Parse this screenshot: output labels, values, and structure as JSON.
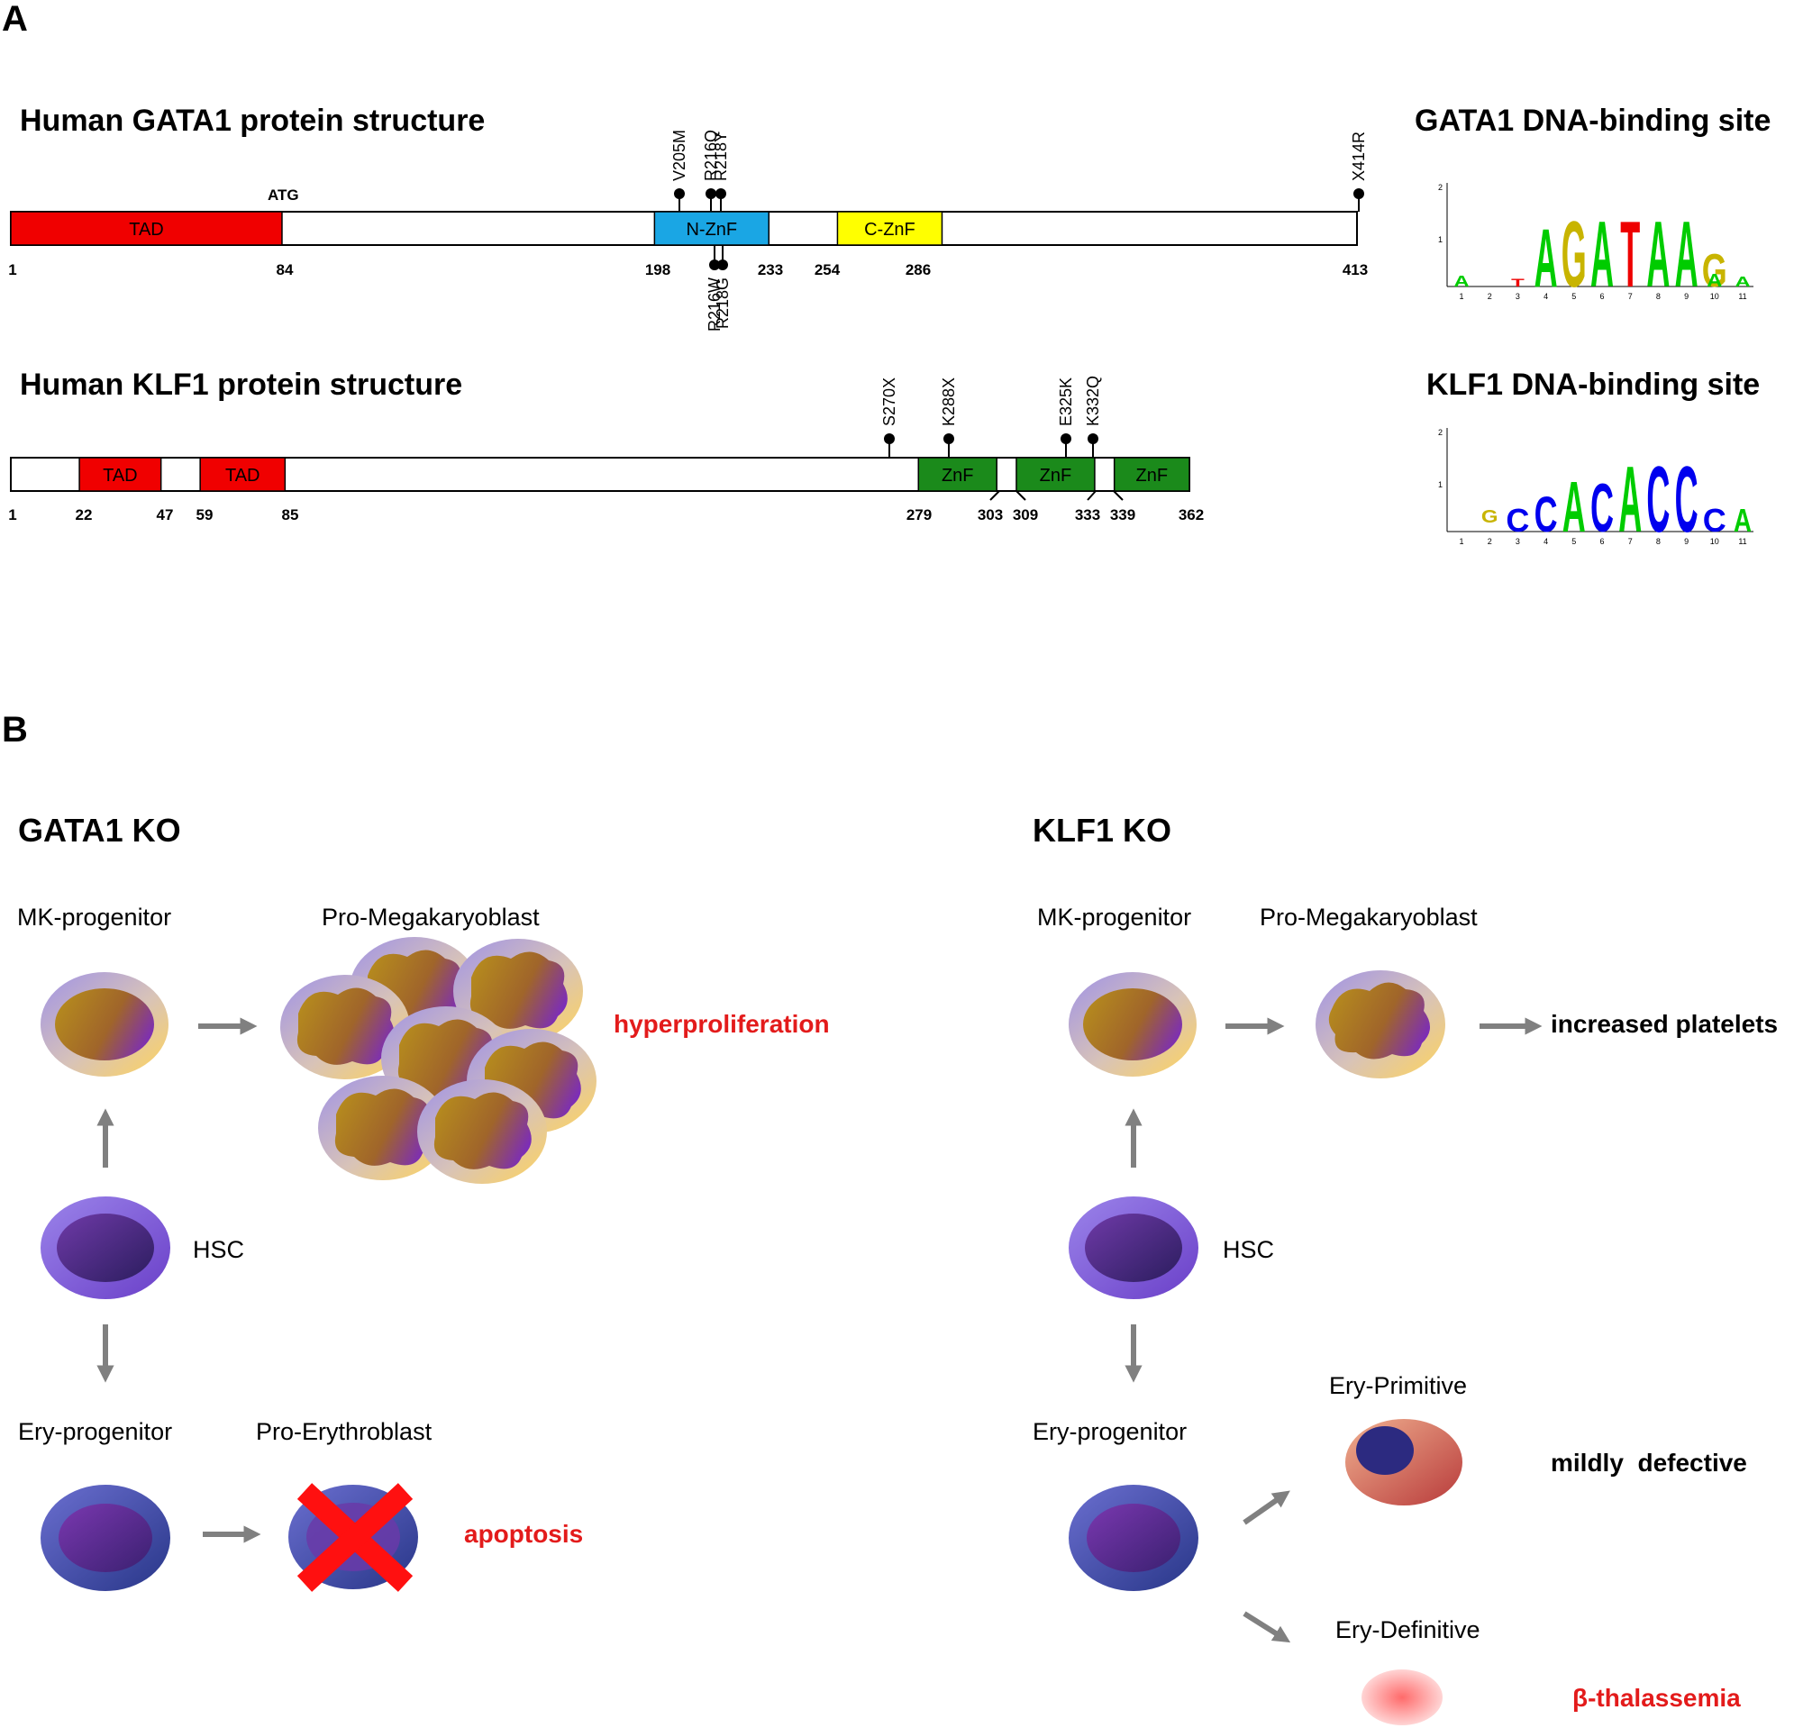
{
  "panels": {
    "a": "A",
    "b": "B"
  },
  "gata1": {
    "title": "Human GATA1 protein structure",
    "atg": "ATG",
    "domains": [
      {
        "label": "TAD",
        "start": 1,
        "end": 84,
        "color": "#f00000"
      },
      {
        "label": "N-ZnF",
        "start": 198,
        "end": 233,
        "color": "#1aa6e4"
      },
      {
        "label": "C-ZnF",
        "start": 254,
        "end": 286,
        "color": "#ffff00"
      }
    ],
    "positions": [
      "1",
      "84",
      "198",
      "233",
      "254",
      "286",
      "413"
    ],
    "mutations_top": [
      "V205M",
      "R216Q",
      "R218Y",
      "X414R"
    ],
    "mutations_bottom": [
      "R216W",
      "R218G"
    ]
  },
  "klf1": {
    "title": "Human KLF1 protein structure",
    "domains": [
      {
        "label": "TAD",
        "start": 22,
        "end": 47,
        "color": "#f00000"
      },
      {
        "label": "TAD",
        "start": 59,
        "end": 85,
        "color": "#f00000"
      },
      {
        "label": "ZnF",
        "start": 279,
        "end": 303,
        "color": "#1b8a1b"
      },
      {
        "label": "ZnF",
        "start": 309,
        "end": 333,
        "color": "#1b8a1b"
      },
      {
        "label": "ZnF",
        "start": 339,
        "end": 362,
        "color": "#1b8a1b"
      }
    ],
    "positions": [
      "1",
      "22",
      "47",
      "59",
      "85",
      "279",
      "303",
      "309",
      "333",
      "339",
      "362"
    ],
    "mutations_top": [
      "S270X",
      "K288X",
      "E325K",
      "K332Q"
    ]
  },
  "logos": {
    "gata1": {
      "title": "GATA1 DNA-binding site",
      "sequence": "AGATAAG",
      "y_ticks": [
        "2",
        "1"
      ],
      "x_ticks": [
        "1",
        "2",
        "3",
        "4",
        "5",
        "6",
        "7",
        "8",
        "9",
        "10",
        "11"
      ]
    },
    "klf1": {
      "title": "KLF1 DNA-binding site",
      "sequence": "CCACACCC",
      "y_ticks": [
        "2",
        "1"
      ],
      "x_ticks": [
        "1",
        "2",
        "3",
        "4",
        "5",
        "6",
        "7",
        "8",
        "9",
        "10",
        "11"
      ]
    }
  },
  "colors": {
    "A": "#00cc00",
    "C": "#0000ee",
    "G": "#c8b400",
    "T": "#ee0000",
    "arrow": "#808080",
    "outcome_red": "#e31b1b"
  },
  "gata1_ko": {
    "title": "GATA1 KO",
    "mk_progenitor": "MK-progenitor",
    "pro_megakaryoblast": "Pro-Megakaryoblast",
    "hsc": "HSC",
    "ery_progenitor": "Ery-progenitor",
    "pro_erythroblast": "Pro-Erythroblast",
    "outcome_mk": "hyperproliferation",
    "outcome_ery": "apoptosis"
  },
  "klf1_ko": {
    "title": "KLF1 KO",
    "mk_progenitor": "MK-progenitor",
    "pro_megakaryoblast": "Pro-Megakaryoblast",
    "hsc": "HSC",
    "ery_progenitor": "Ery-progenitor",
    "ery_primitive": "Ery-Primitive",
    "ery_definitive": "Ery-Definitive",
    "outcome_mk": "increased platelets",
    "outcome_primitive": "mildly  defective",
    "outcome_definitive": "β-thalassemia"
  }
}
